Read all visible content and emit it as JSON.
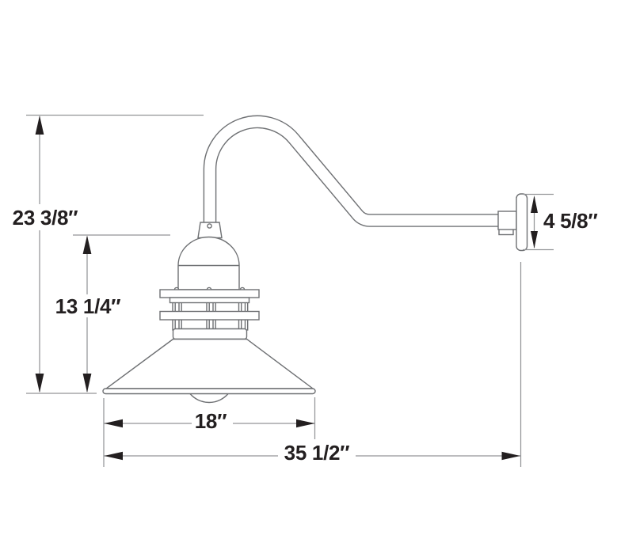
{
  "labels": {
    "overall_height": "23 3/8″",
    "fixture_height": "13 1/4″",
    "shade_diameter": "18″",
    "overall_projection": "35 1/2″",
    "wall_plate_height": "4 5/8″"
  },
  "colors": {
    "background": "#ffffff",
    "fixture-line": "#6e7073",
    "dimension-line": "#939598",
    "ink": "#231f20"
  }
}
